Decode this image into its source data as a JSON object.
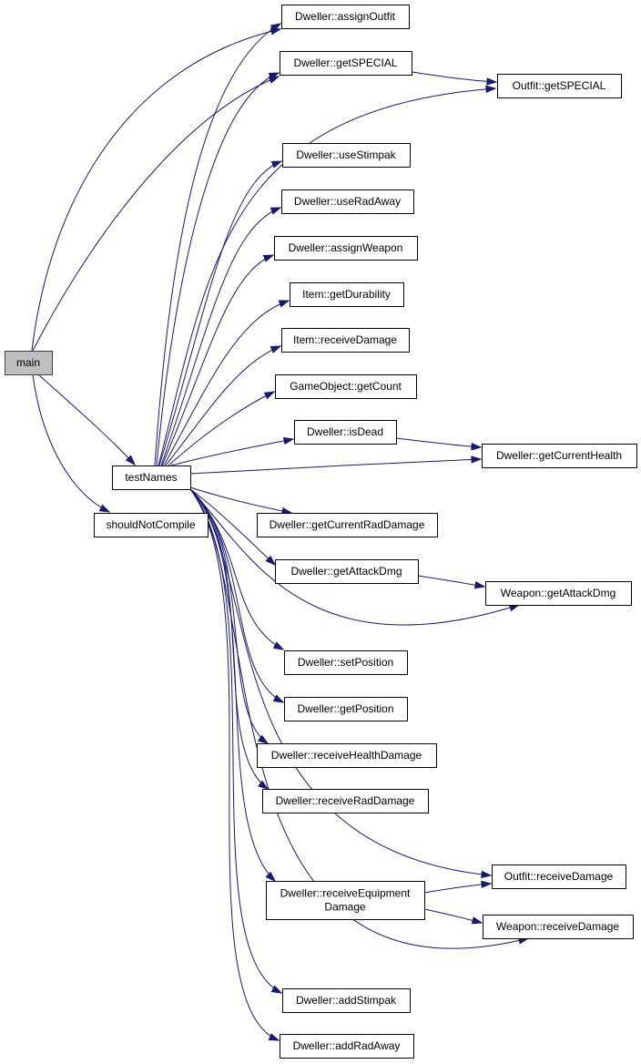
{
  "colors": {
    "edge": "#191970",
    "root_fill": "#bfbfbf",
    "node_fill": "#ffffff"
  },
  "nodes": {
    "main": "main",
    "testNames": "testNames",
    "shouldNotCompile": "shouldNotCompile",
    "assignOutfit": "Dweller::assignOutfit",
    "getSPECIAL": "Dweller::getSPECIAL",
    "outfitGetSPECIAL": "Outfit::getSPECIAL",
    "useStimpak": "Dweller::useStimpak",
    "useRadAway": "Dweller::useRadAway",
    "assignWeapon": "Dweller::assignWeapon",
    "itemGetDurability": "Item::getDurability",
    "itemReceiveDamage": "Item::receiveDamage",
    "gameObjectGetCount": "GameObject::getCount",
    "isDead": "Dweller::isDead",
    "getCurrentHealth": "Dweller::getCurrentHealth",
    "getCurrentRadDamage": "Dweller::getCurrentRadDamage",
    "getAttackDmg": "Dweller::getAttackDmg",
    "weaponGetAttackDmg": "Weapon::getAttackDmg",
    "setPosition": "Dweller::setPosition",
    "getPosition": "Dweller::getPosition",
    "receiveHealthDamage": "Dweller::receiveHealthDamage",
    "receiveRadDamage": "Dweller::receiveRadDamage",
    "outfitReceiveDamage": "Outfit::receiveDamage",
    "receiveEquipmentDamage": [
      "Dweller::receiveEquipment",
      "Damage"
    ],
    "weaponReceiveDamage": "Weapon::receiveDamage",
    "addStimpak": "Dweller::addStimpak",
    "addRadAway": "Dweller::addRadAway"
  },
  "edges": [
    [
      "main",
      "assignOutfit"
    ],
    [
      "main",
      "getSPECIAL"
    ],
    [
      "main",
      "testNames"
    ],
    [
      "main",
      "shouldNotCompile"
    ],
    [
      "testNames",
      "assignOutfit"
    ],
    [
      "testNames",
      "getSPECIAL"
    ],
    [
      "testNames",
      "outfitGetSPECIAL"
    ],
    [
      "testNames",
      "useStimpak"
    ],
    [
      "testNames",
      "useRadAway"
    ],
    [
      "testNames",
      "assignWeapon"
    ],
    [
      "testNames",
      "itemGetDurability"
    ],
    [
      "testNames",
      "itemReceiveDamage"
    ],
    [
      "testNames",
      "gameObjectGetCount"
    ],
    [
      "testNames",
      "isDead"
    ],
    [
      "testNames",
      "getCurrentHealth"
    ],
    [
      "testNames",
      "getCurrentRadDamage"
    ],
    [
      "testNames",
      "getAttackDmg"
    ],
    [
      "testNames",
      "weaponGetAttackDmg"
    ],
    [
      "testNames",
      "setPosition"
    ],
    [
      "testNames",
      "getPosition"
    ],
    [
      "testNames",
      "receiveHealthDamage"
    ],
    [
      "testNames",
      "receiveRadDamage"
    ],
    [
      "testNames",
      "outfitReceiveDamage"
    ],
    [
      "testNames",
      "receiveEquipmentDamage"
    ],
    [
      "testNames",
      "weaponReceiveDamage"
    ],
    [
      "testNames",
      "addStimpak"
    ],
    [
      "testNames",
      "addRadAway"
    ],
    [
      "getSPECIAL",
      "outfitGetSPECIAL"
    ],
    [
      "isDead",
      "getCurrentHealth"
    ],
    [
      "getAttackDmg",
      "weaponGetAttackDmg"
    ],
    [
      "receiveEquipmentDamage",
      "outfitReceiveDamage"
    ],
    [
      "receiveEquipmentDamage",
      "weaponReceiveDamage"
    ]
  ]
}
